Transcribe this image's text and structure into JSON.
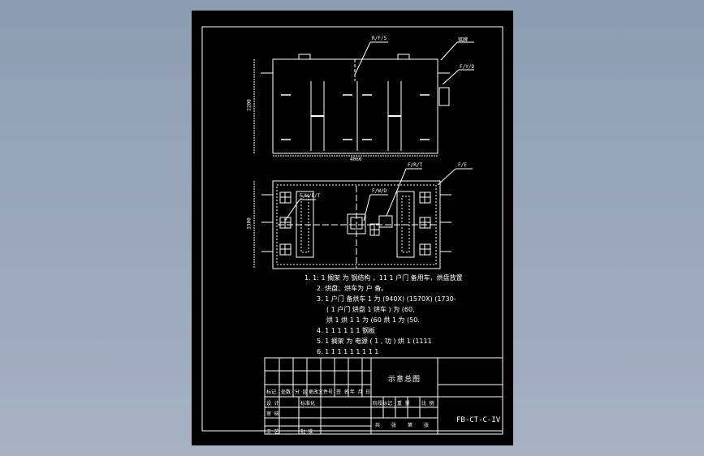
{
  "drawing": {
    "title": "示意总图",
    "number": "FB-CT-C-IV",
    "dimensions": {
      "height": "2200",
      "width": "4060",
      "depth": "3300"
    },
    "callouts": {
      "top_a": "R/F/S",
      "top_b": "铭牌",
      "top_c": "F/Y/D",
      "mid_a": "F/W/D",
      "mid_b": "F/R/T",
      "mid_c": "F/E",
      "left_a": "F/W/E/T"
    },
    "notes": [
      "1. 1: 1 搁架 为 钢结构 ，11 1 户门 备用车，烘盘放置",
      "2. 烘盘、烘车为 户 备。",
      "3. 1 户门 备烘车 1 为 (940X) (1570X) (1730-",
      "( 1 户门 烘盘 1 烘车 ) 为 (60,",
      "烘 1 烘 1 1 为 (60 烘 1 为 (50.",
      "4. 1 1 1 1 1 1 钢板",
      "5. 1 搁架 为 电源 ( 1 , 功 ) 烘 1 (1111",
      "6. 1 1 1 1 1 1 1 1 1"
    ],
    "title_block": {
      "r1": [
        "标记",
        "处数",
        "分 区",
        "更改文件号",
        "签 名",
        "年 月 日"
      ],
      "r2": [
        "设 计",
        "标准化",
        "阶段标记",
        "重 量",
        "比 例"
      ],
      "r3": [
        "审 核"
      ],
      "r4": [
        "工 艺",
        "批 准",
        "共",
        "张",
        "第",
        "张"
      ]
    },
    "colors": {
      "frame": "#ffffff",
      "background": "#000000"
    }
  }
}
